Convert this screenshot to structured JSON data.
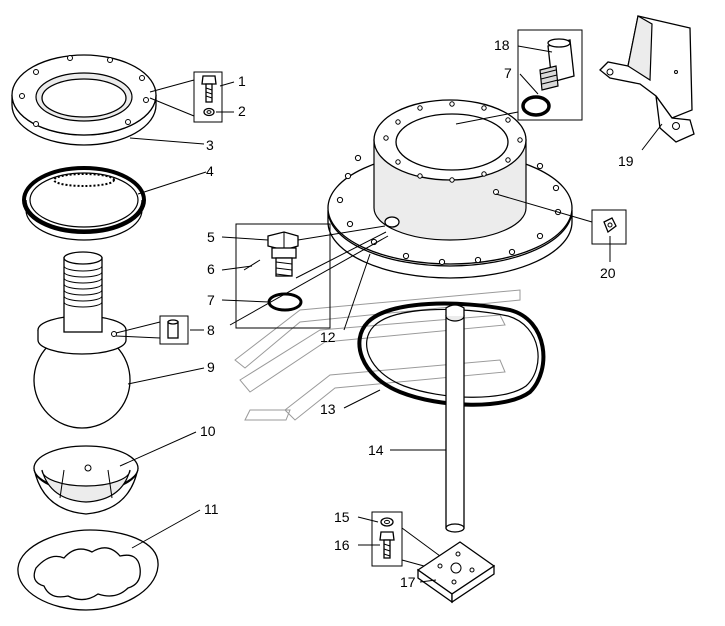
{
  "diagram": {
    "parts": [
      {
        "label": "1",
        "name": "bolt"
      },
      {
        "label": "2",
        "name": "washer"
      },
      {
        "label": "3",
        "name": "flange-ring"
      },
      {
        "label": "4",
        "name": "seal-ring"
      },
      {
        "label": "5",
        "name": "plug"
      },
      {
        "label": "6",
        "name": "pin"
      },
      {
        "label": "7",
        "name": "o-ring"
      },
      {
        "label": "7",
        "name": "o-ring-upper"
      },
      {
        "label": "8",
        "name": "sleeve"
      },
      {
        "label": "9",
        "name": "ball-joint"
      },
      {
        "label": "10",
        "name": "bowl-bushing"
      },
      {
        "label": "11",
        "name": "gasket"
      },
      {
        "label": "12",
        "name": "housing"
      },
      {
        "label": "13",
        "name": "large-o-ring"
      },
      {
        "label": "14",
        "name": "rod"
      },
      {
        "label": "15",
        "name": "nut"
      },
      {
        "label": "16",
        "name": "bolt-lower"
      },
      {
        "label": "17",
        "name": "base-plate"
      },
      {
        "label": "18",
        "name": "fitting"
      },
      {
        "label": "19",
        "name": "bracket"
      },
      {
        "label": "20",
        "name": "grease-nipple"
      }
    ],
    "colors": {
      "line": "#000000",
      "shade": "#ececec",
      "background": "#ffffff"
    }
  }
}
